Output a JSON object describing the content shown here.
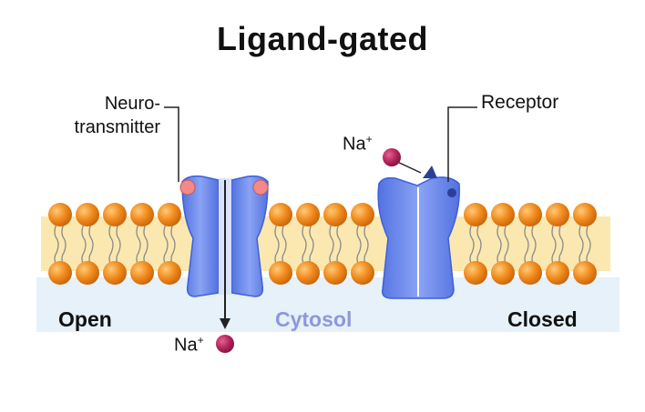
{
  "title": "Ligand-gated",
  "labels": {
    "neurotransmitter_line1": "Neuro-",
    "neurotransmitter_line2": "transmitter",
    "receptor": "Receptor",
    "sodium_top": "Na",
    "sodium_bottom": "Na",
    "sodium_charge": "+",
    "open": "Open",
    "cytosol": "Cytosol",
    "closed": "Closed"
  },
  "colors": {
    "phospholipid_head": "#f08a1c",
    "membrane_core": "#fbe8b0",
    "cytosol_band": "#e6f1f9",
    "channel_blue": "#6c8cf0",
    "channel_dark": "#3f5fd6",
    "ion": "#b0245a",
    "neurotransmitter": "#f28a8a",
    "cytosol_text": "#8e97df"
  }
}
